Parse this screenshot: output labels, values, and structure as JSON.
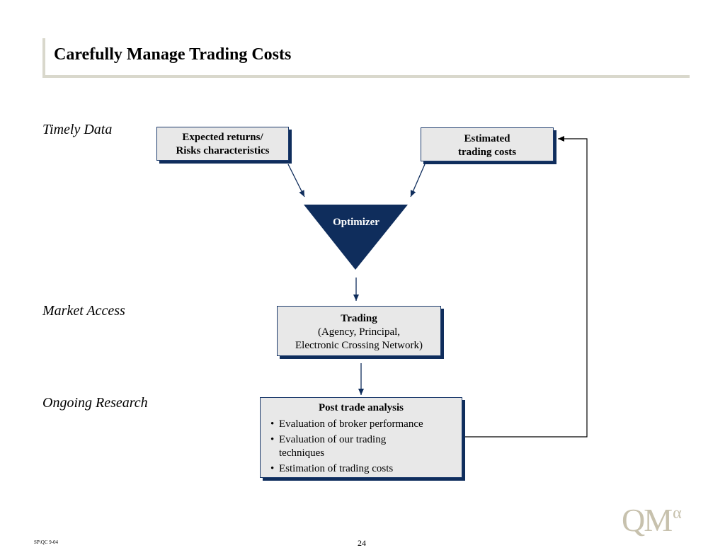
{
  "title": "Carefully Manage Trading Costs",
  "row_labels": {
    "timely_data": "Timely Data",
    "market_access": "Market Access",
    "ongoing_research": "Ongoing Research"
  },
  "boxes": {
    "expected_returns": {
      "line1": "Expected returns/",
      "line2": "Risks characteristics"
    },
    "estimated_costs": {
      "line1": "Estimated",
      "line2": "trading costs"
    },
    "optimizer": "Optimizer",
    "trading": {
      "heading": "Trading",
      "line1": "(Agency, Principal,",
      "line2": "Electronic Crossing Network)"
    },
    "post_trade": {
      "heading": "Post trade analysis",
      "items": [
        "Evaluation of broker performance",
        "Evaluation of our trading techniques",
        "Estimation of trading costs"
      ]
    }
  },
  "colors": {
    "accent": "#0f2d5c",
    "box_fill": "#e8e8e8",
    "rule": "#d9d8cc",
    "logo": "#c7c1ad"
  },
  "logo": {
    "text": "QM",
    "superscript": "α"
  },
  "footer": {
    "code": "SP\\QC 9-04",
    "page_number": "24"
  }
}
